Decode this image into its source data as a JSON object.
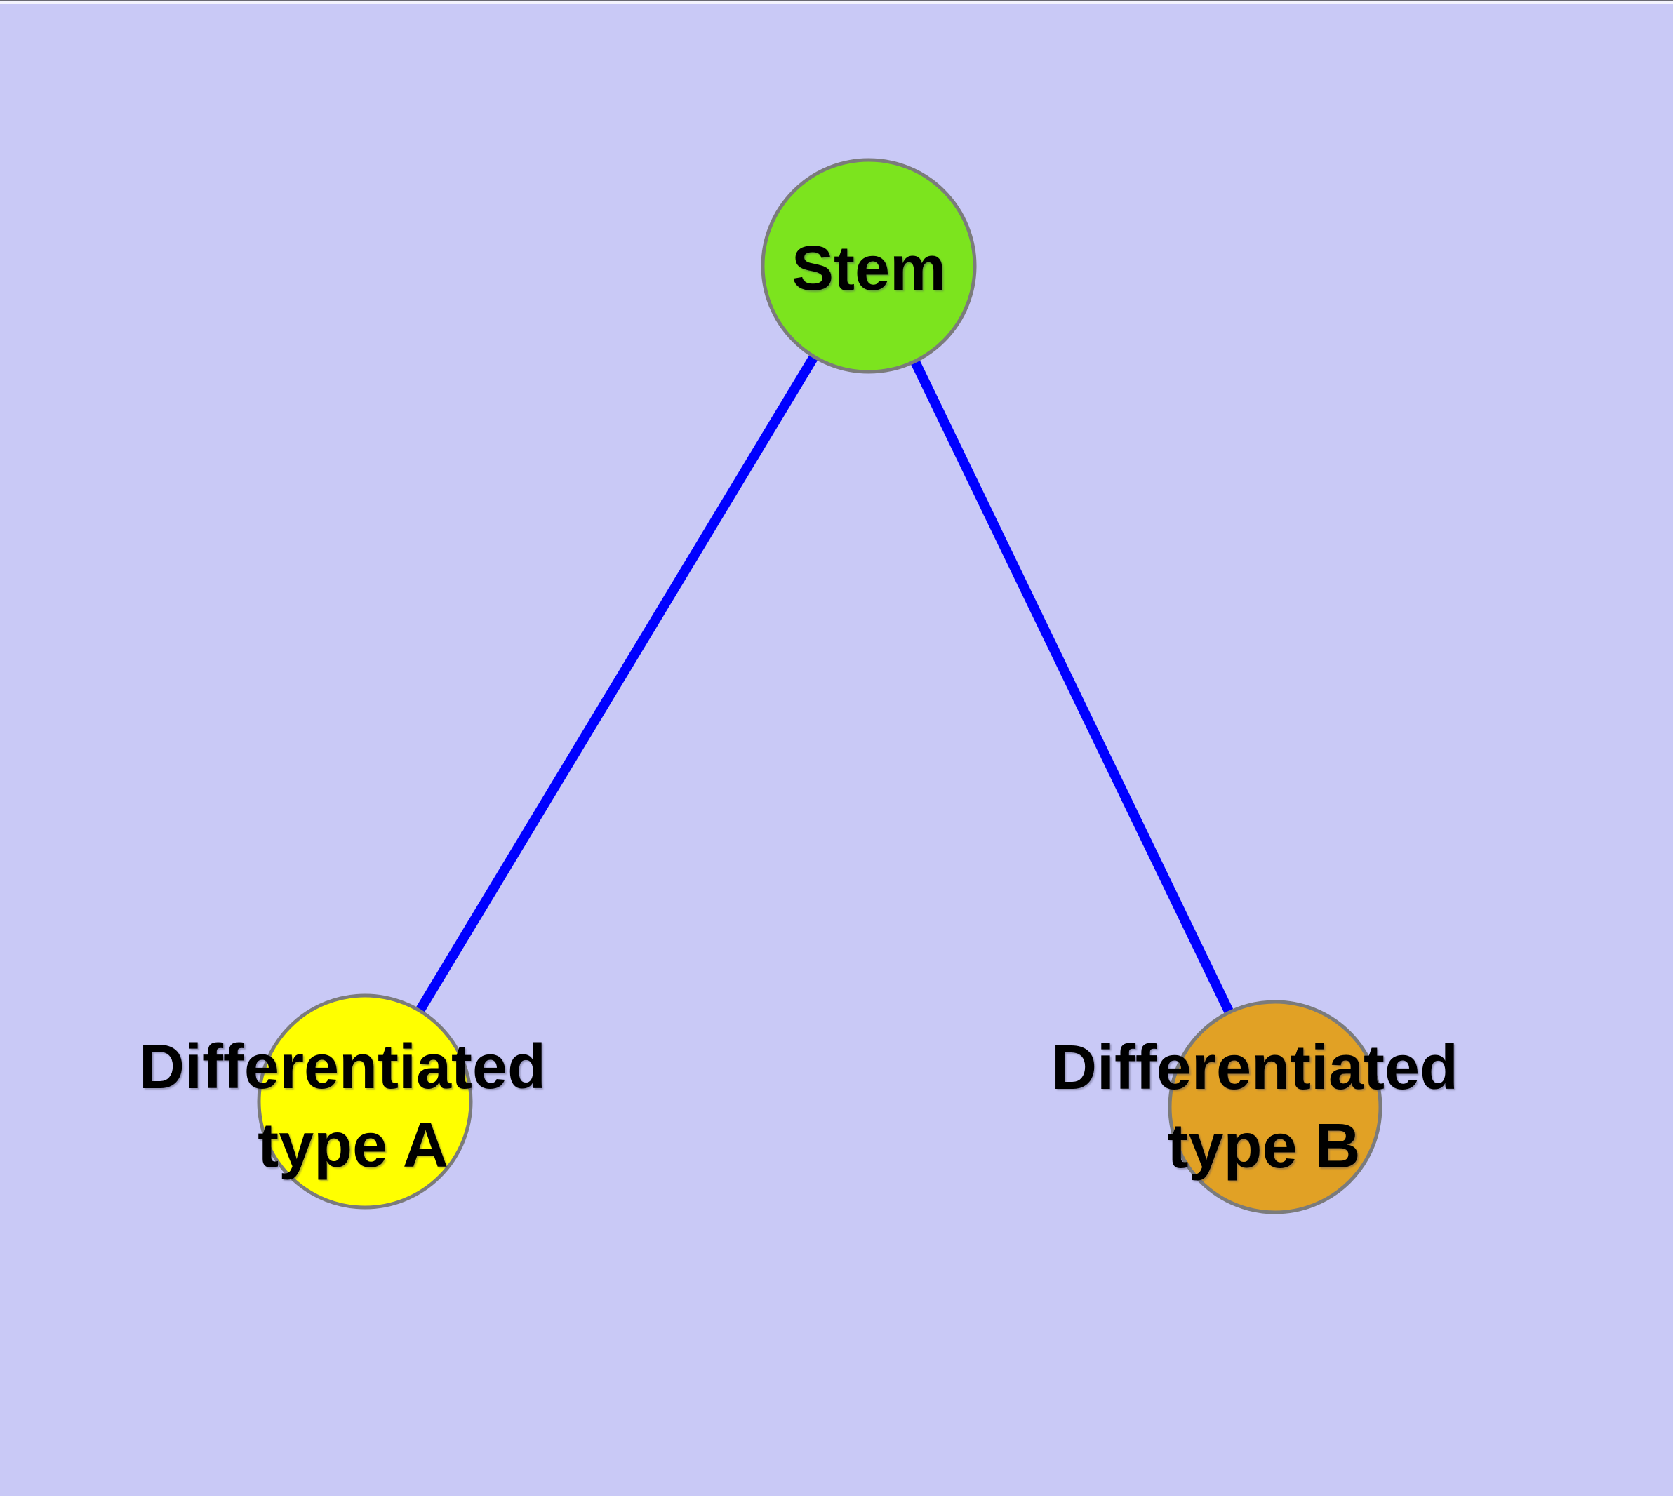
{
  "canvas": {
    "background": "#C9C9F6"
  },
  "diagram": {
    "type": "graph",
    "description": "Stem cell differentiation diagram: one stem node connected to two differentiated cell-type nodes",
    "nodes": {
      "stem": {
        "label": "Stem",
        "fill": "#7CE41E",
        "border": "#7B7B7B"
      },
      "typeA": {
        "label_line1": "Differentiated",
        "label_line2": "type A",
        "fill": "#FFFF00",
        "border": "#7B7B7B"
      },
      "typeB": {
        "label_line1": "Differentiated",
        "label_line2": "type B",
        "fill": "#E1A125",
        "border": "#7B7B7B"
      }
    },
    "edges": {
      "stem_typeA": {
        "from": "Stem",
        "to": "Differentiated type A",
        "color": "#0000FF"
      },
      "stem_typeB": {
        "from": "Stem",
        "to": "Differentiated type B",
        "color": "#0000FF"
      }
    }
  }
}
